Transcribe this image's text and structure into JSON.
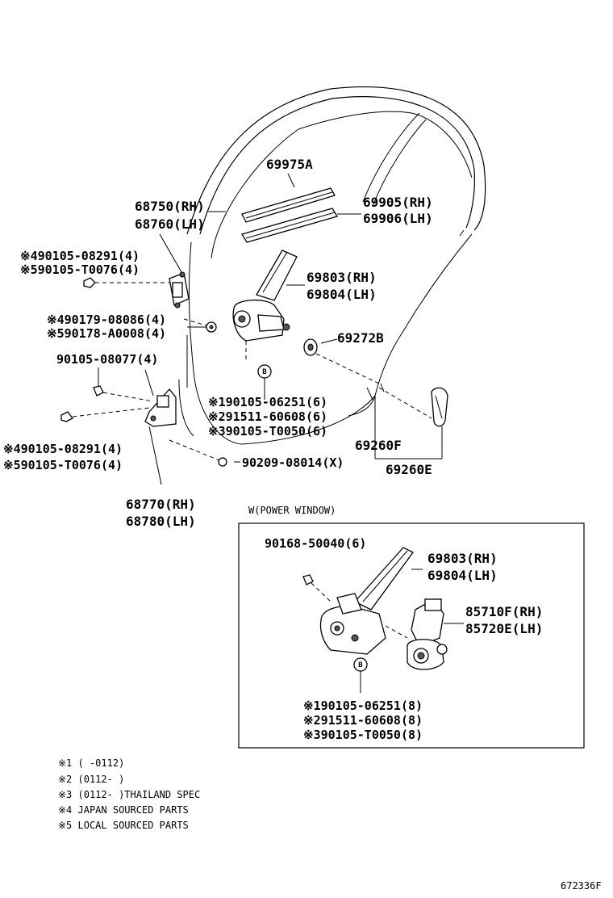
{
  "labels": {
    "p69975a": "69975A",
    "p68750": "68750(RH)",
    "p68760": "68760(LH)",
    "p69905": "69905(RH)",
    "p69906": "69906(LH)",
    "b1a": "※490105-08291(4)",
    "b1b": "※590105-T0076(4)",
    "p69803": "69803(RH)",
    "p69804": "69804(LH)",
    "n1a": "※490179-08086(4)",
    "n1b": "※590178-A0008(4)",
    "p69272b": "69272B",
    "b2": "90105-08077(4)",
    "c6a": "※190105-06251(6)",
    "c6b": "※291511-60608(6)",
    "c6c": "※390105-T0050(6)",
    "p69260f": "69260F",
    "b3a": "※490105-08291(4)",
    "b3b": "※590105-T0076(4)",
    "b4": "90209-08014(X)",
    "p69260e": "69260E",
    "p68770": "68770(RH)",
    "p68780": "68780(LH)",
    "circ_b": "B"
  },
  "power_window": {
    "title": "W(POWER WINDOW)",
    "screw": "90168-50040(6)",
    "reg_rh": "69803(RH)",
    "reg_lh": "69804(LH)",
    "motor_rh": "85710F(RH)",
    "motor_lh": "85720E(LH)",
    "c8a": "※190105-06251(8)",
    "c8b": "※291511-60608(8)",
    "c8c": "※390105-T0050(8)",
    "circ_b": "B"
  },
  "notes": [
    "※1 (     -0112)",
    "※2 (0112-     )",
    "※3 (0112-     )THAILAND SPEC",
    "※4 JAPAN SOURCED PARTS",
    "※5 LOCAL SOURCED PARTS"
  ],
  "figure_id": "672336F"
}
